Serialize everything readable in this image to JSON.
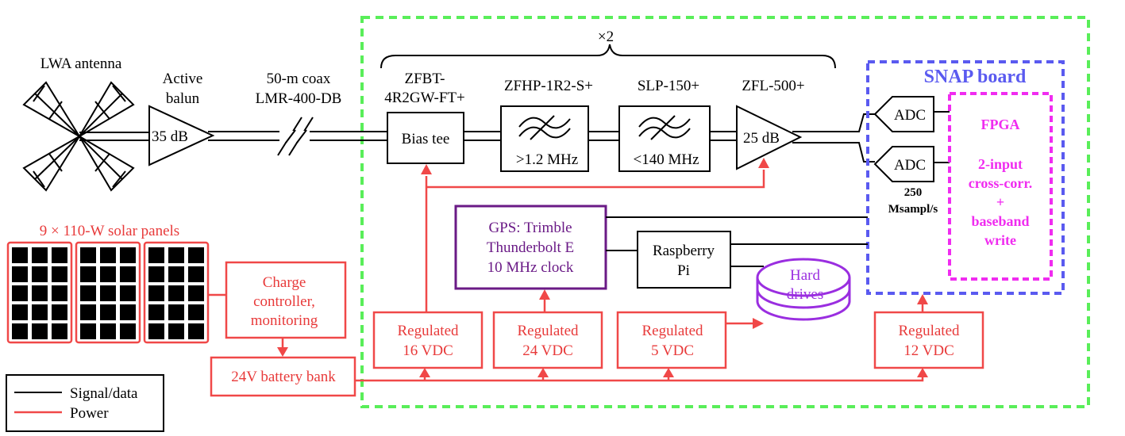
{
  "labels": {
    "antenna": "LWA antenna",
    "balun_line1": "Active",
    "balun_line2": "balun",
    "balun_gain": "35 dB",
    "coax_line1": "50-m coax",
    "coax_line2": "LMR-400-DB",
    "times_two": "×2",
    "zfbt_line1": "ZFBT-",
    "zfbt_line2": "4R2GW-FT+",
    "bias_tee": "Bias tee",
    "zfhp": "ZFHP-1R2-S+",
    "zfhp_cut": ">1.2 MHz",
    "slp": "SLP-150+",
    "slp_cut": "<140 MHz",
    "zfl": "ZFL-500+",
    "zfl_gain": "25 dB",
    "snap_board": "SNAP board",
    "adc1": "ADC",
    "adc2": "ADC",
    "rate_line1": "250",
    "rate_line2": "Msampl/s",
    "fpga_line1": "FPGA",
    "fpga_line2": "2-input",
    "fpga_line3": "cross-corr.",
    "fpga_line4": "+",
    "fpga_line5": "baseband",
    "fpga_line6": "write",
    "gps_line1": "GPS: Trimble",
    "gps_line2": "Thunderbolt E",
    "gps_line3": "10 MHz clock",
    "rpi_line1": "Raspberry",
    "rpi_line2": "Pi",
    "hd_line1": "Hard",
    "hd_line2": "drives",
    "solar": "9 × 110-W solar panels",
    "charge_line1": "Charge",
    "charge_line2": "controller,",
    "charge_line3": "monitoring",
    "battery": "24V battery bank",
    "reg16_line1": "Regulated",
    "reg16_line2": "16 VDC",
    "reg24_line1": "Regulated",
    "reg24_line2": "24 VDC",
    "reg5_line1": "Regulated",
    "reg5_line2": "5 VDC",
    "reg12_line1": "Regulated",
    "reg12_line2": "12 VDC"
  },
  "legend": {
    "signal": "Signal/data",
    "power": "Power"
  },
  "colors": {
    "power": "#f04848",
    "enclosure_border": "#59ee59",
    "snap_border": "#5a5af0",
    "fpga_border": "#f02cf0",
    "gps_border": "#6a1a86",
    "hard_drives": "#9a2ee0"
  }
}
